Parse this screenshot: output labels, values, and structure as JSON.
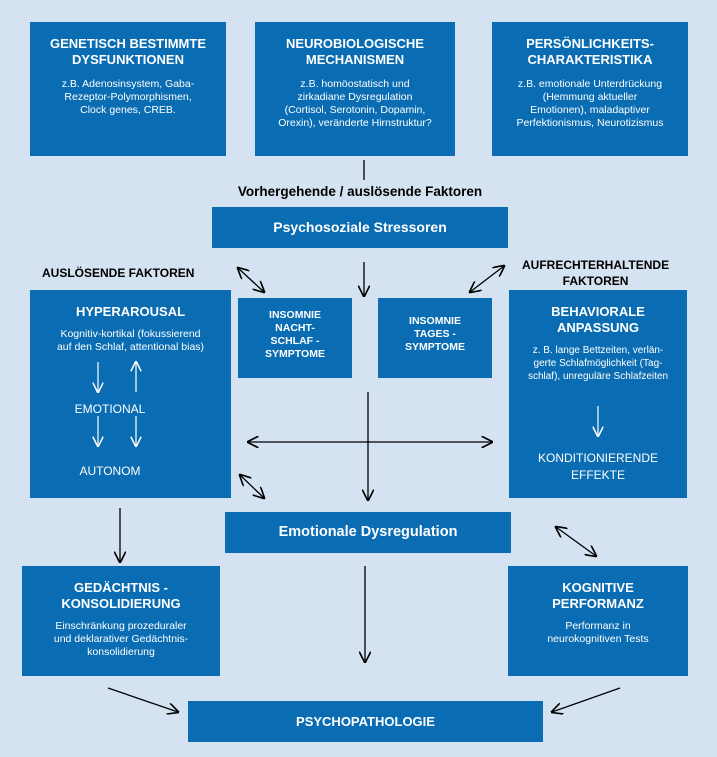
{
  "top_boxes": [
    {
      "title": "GENETISCH BESTIMMTE\nDYSFUNKTIONEN",
      "body": "z.B. Adenosinsystem, Gaba-\nRezeptor-Polymorphismen,\nClock genes, CREB."
    },
    {
      "title": "NEUROBIOLOGISCHE\nMECHANISMEN",
      "body": "z.B. homöostatisch und\nzirkadiane Dysregulation\n(Cortisol, Serotonin, Dopamin,\nOrexin), veränderte Hirnstruktur?"
    },
    {
      "title": "PERSÖNLICHKEITS-\nCHARAKTERISTIKA",
      "body": "z.B. emotionale Unterdrückung\n(Hemmung aktueller\nEmotionen), maladaptiver\nPerfektionismus, Neurotizismus"
    }
  ],
  "headings": {
    "vorhergehende": "Vorhergehende / auslösende  Faktoren",
    "ausloesende": "AUSLÖSENDE FAKTOREN",
    "aufrechterhaltende": "AUFRECHTERHALTENDE\nFAKTOREN"
  },
  "stressoren": "Psychosoziale   Stressoren",
  "hyperarousal": {
    "title": "HYPERAROUSAL",
    "body": "Kognitiv-kortikal (fokussierend\nauf den Schlaf, attentional bias)",
    "emotional": "EMOTIONAL",
    "autonom": "AUTONOM"
  },
  "insomnie_nacht": "INSOMNIE\nNACHT-\nSCHLAF -\nSYMPTOME",
  "insomnie_tages": "INSOMNIE\nTAGES -\nSYMPTOME",
  "behaviorale": {
    "title": "BEHAVIORALE\nANPASSUNG",
    "body": "z. B. lange Bettzeiten, verlän-\ngerte Schlafmöglichkeit (Tag-\nschlaf), unreguläre Schlafzeiten",
    "effekte": "KONDITIONIERENDE\nEFFEKTE"
  },
  "emotionale_dysregulation": "Emotionale Dysregulation",
  "gedaechtnis": {
    "title": "GEDÄCHTNIS -\nKONSOLIDIERUNG",
    "body": "Einschränkung prozeduraler\nund deklarativer Gedächtnis-\nkonsolidierung"
  },
  "kognitive": {
    "title": "KOGNITIVE\nPERFORMANZ",
    "body": "Performanz in\nneurokognitiven Tests"
  },
  "psychopathologie": "PSYCHOPATHOLOGIE",
  "colors": {
    "box": "#0a6db3",
    "background": "#d5e2f1",
    "text": "#ffffff"
  }
}
